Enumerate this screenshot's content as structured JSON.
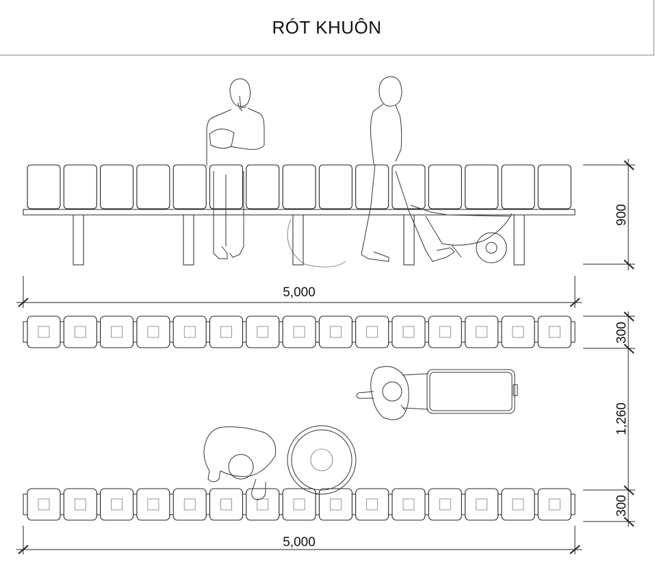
{
  "title": "RÓT KHUÔN",
  "dimensions": {
    "elevation_height": "900",
    "elevation_length": "5,000",
    "plan_depth_top": "300",
    "plan_gap": "1,260",
    "plan_depth_bottom": "300",
    "plan_length": "5,000"
  },
  "layout": {
    "mold_count": 15
  }
}
